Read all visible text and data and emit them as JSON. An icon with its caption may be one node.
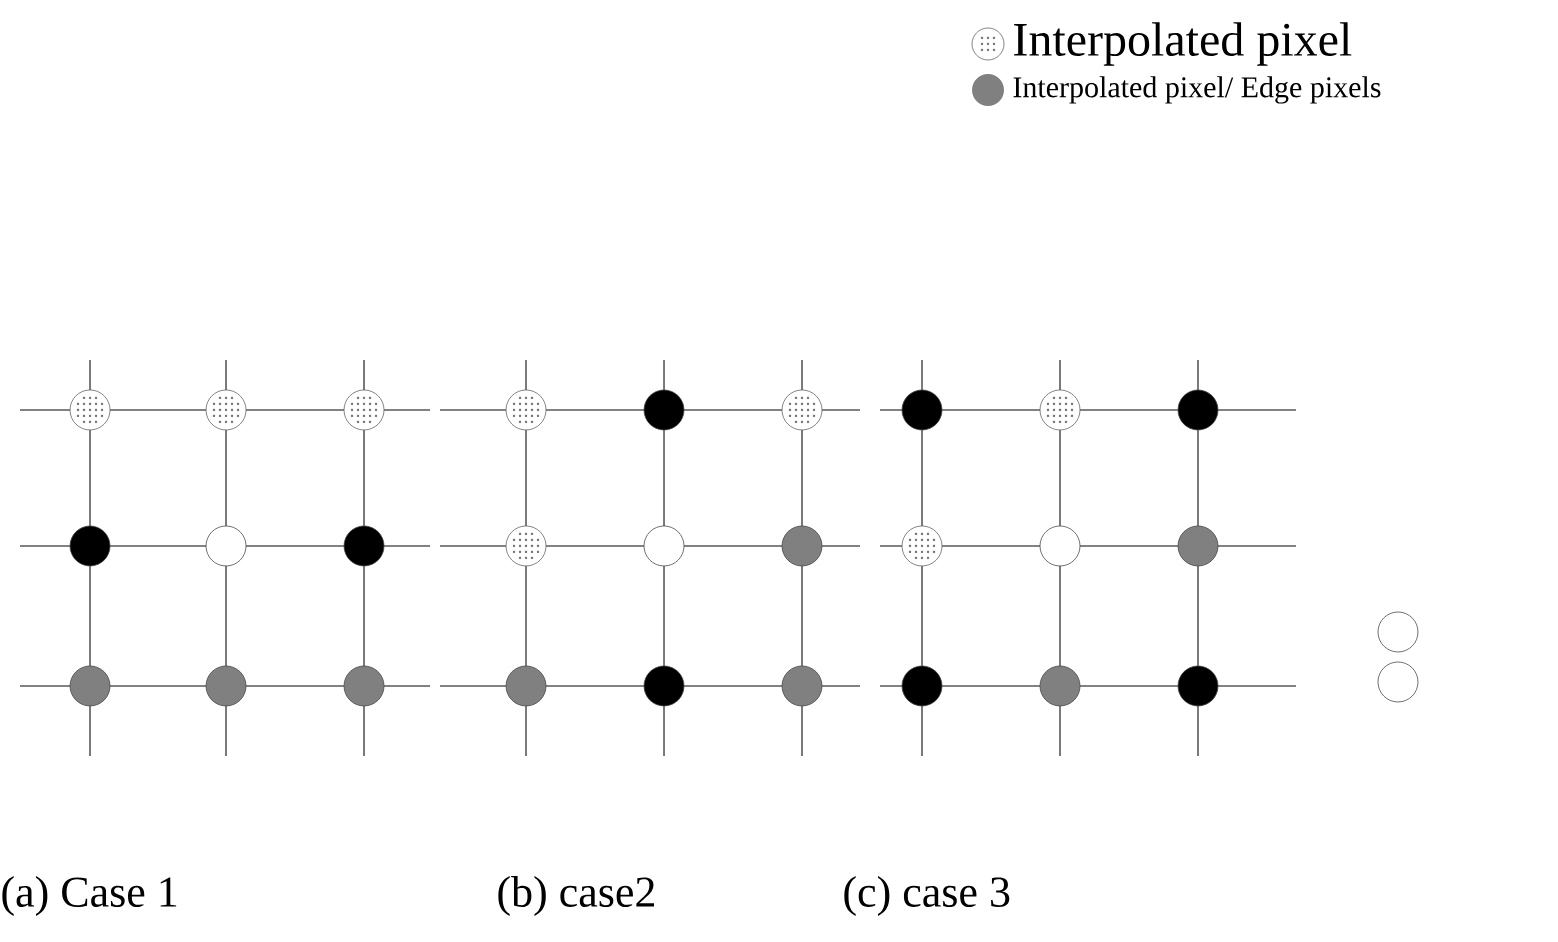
{
  "diagram": {
    "labels": [
      "(a) Case 1",
      "(b) case2",
      "(c) case 3"
    ],
    "legend": [
      {
        "text": "Interpolated pixel"
      },
      {
        "text": "Interpolated pixel/ Edge pixels",
        "color": "#808080"
      }
    ]
  }
}
